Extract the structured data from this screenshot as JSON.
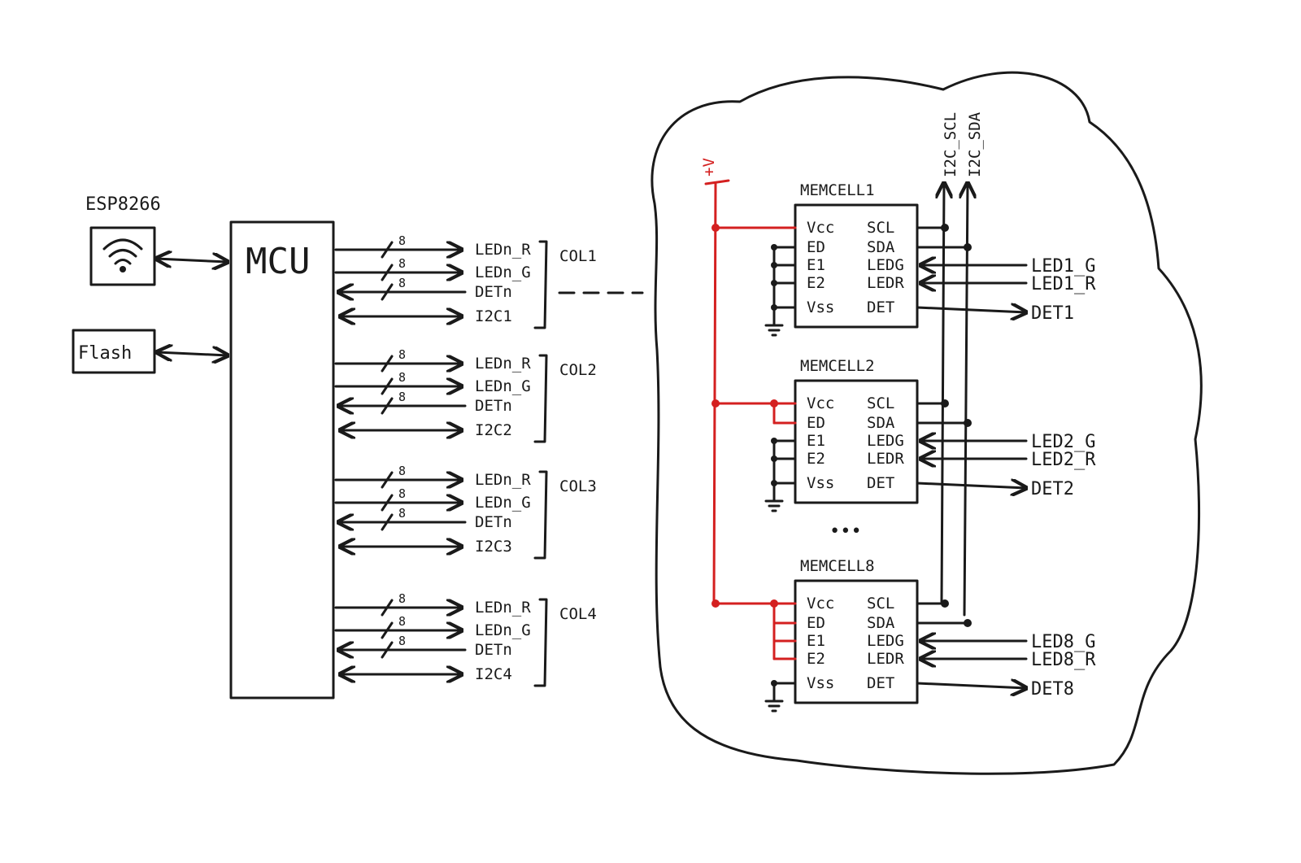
{
  "colors": {
    "ink": "#1a1a1a",
    "power": "#d42020",
    "background": "#ffffff"
  },
  "wifi_module": {
    "label": "ESP8266",
    "icon": "wifi-icon"
  },
  "flash": {
    "label": "Flash"
  },
  "mcu": {
    "label": "MCU"
  },
  "bus_width": "8",
  "columns": [
    {
      "name": "COL1",
      "signals": [
        "LEDn_R",
        "LEDn_G",
        "DETn",
        "I2C1"
      ]
    },
    {
      "name": "COL2",
      "signals": [
        "LEDn_R",
        "LEDn_G",
        "DETn",
        "I2C2"
      ]
    },
    {
      "name": "COL3",
      "signals": [
        "LEDn_R",
        "LEDn_G",
        "DETn",
        "I2C3"
      ]
    },
    {
      "name": "COL4",
      "signals": [
        "LEDn_R",
        "LEDn_G",
        "DETn",
        "I2C4"
      ]
    }
  ],
  "power": {
    "label": "+V"
  },
  "i2c_bus": {
    "scl": "I2C_SCL",
    "sda": "I2C_SDA"
  },
  "ellipsis": "•••",
  "chip_pins": {
    "left": [
      "Vcc",
      "ED",
      "E1",
      "E2",
      "Vss"
    ],
    "right": [
      "SCL",
      "SDA",
      "LEDG",
      "LEDR",
      "DET"
    ]
  },
  "memcells": [
    {
      "name": "MEMCELL1",
      "led_g": "LED1_G",
      "led_r": "LED1_R",
      "det": "DET1"
    },
    {
      "name": "MEMCELL2",
      "led_g": "LED2_G",
      "led_r": "LED2_R",
      "det": "DET2"
    },
    {
      "name": "MEMCELL8",
      "led_g": "LED8_G",
      "led_r": "LED8_R",
      "det": "DET8"
    }
  ]
}
